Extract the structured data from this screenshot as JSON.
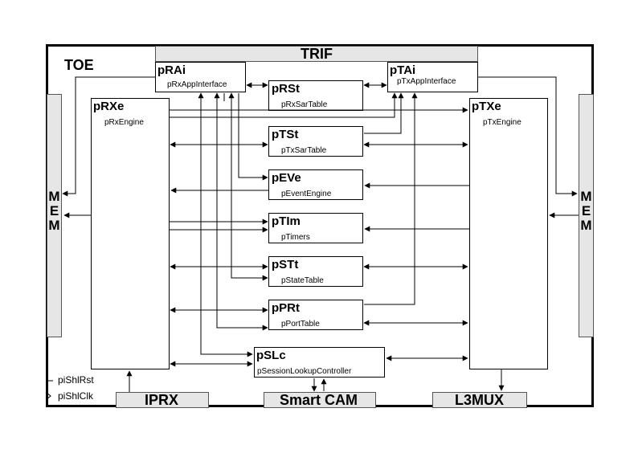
{
  "toe": "TOE",
  "trif": "TRIF",
  "mem_left": [
    "M",
    "E",
    "M"
  ],
  "mem_right": [
    "M",
    "E",
    "M"
  ],
  "bottom": {
    "iprx": "IPRX",
    "cam": "Smart CAM",
    "l3mux": "L3MUX"
  },
  "pins": {
    "rst": "piShlRst",
    "clk": "piShlClk"
  },
  "blocks": {
    "prai": {
      "name": "pRAi",
      "desc": "pRxAppInterface"
    },
    "ptai": {
      "name": "pTAi",
      "desc": "pTxAppInterface"
    },
    "prxe": {
      "name": "pRXe",
      "desc": "pRxEngine"
    },
    "ptxe": {
      "name": "pTXe",
      "desc": "pTxEngine"
    },
    "prst": {
      "name": "pRSt",
      "desc": "pRxSarTable"
    },
    "ptst": {
      "name": "pTSt",
      "desc": "pTxSarTable"
    },
    "peve": {
      "name": "pEVe",
      "desc": "pEventEngine"
    },
    "ptim": {
      "name": "pTIm",
      "desc": "pTimers"
    },
    "pstt": {
      "name": "pSTt",
      "desc": "pStateTable"
    },
    "pprt": {
      "name": "pPRt",
      "desc": "pPortTable"
    },
    "pslc": {
      "name": "pSLc",
      "desc": "pSessionLookupController"
    }
  }
}
